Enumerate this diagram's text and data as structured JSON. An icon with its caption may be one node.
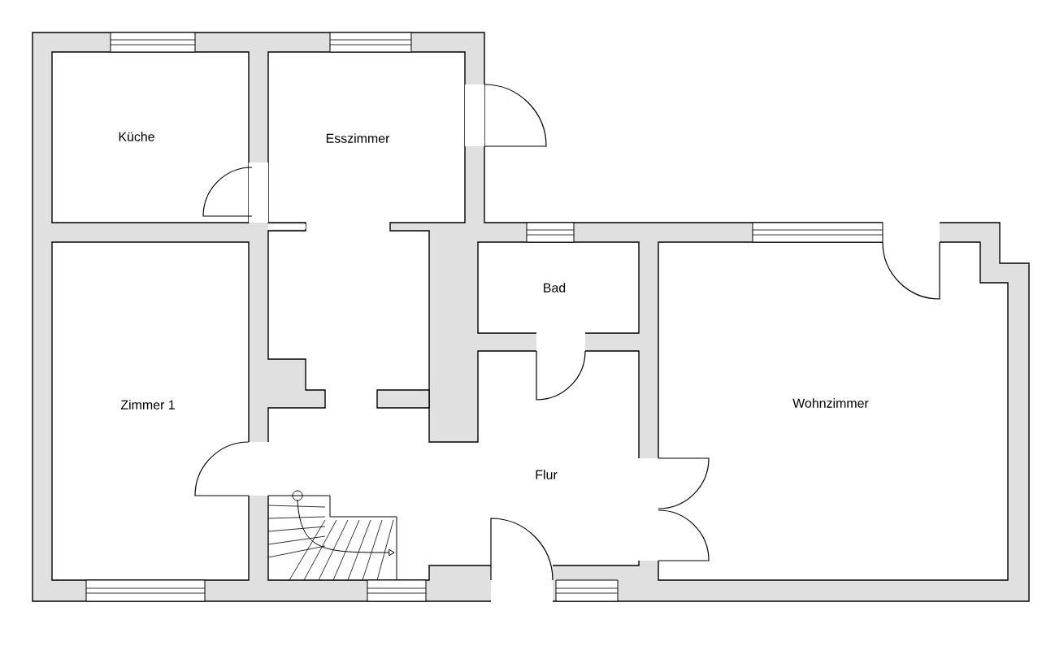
{
  "diagram": {
    "labels": [
      "Küche",
      "Esszimmer",
      "Bad",
      "Zimmer 1",
      "Wohnzimmer",
      "Flur"
    ]
  }
}
